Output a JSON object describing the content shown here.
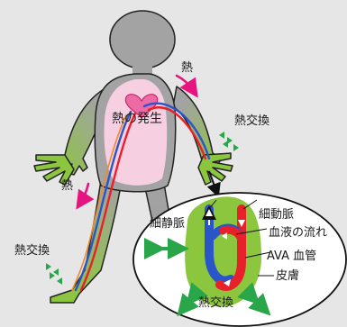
{
  "labels": {
    "heat_generation": "熱の発生",
    "heat_upper": "熱",
    "heat_lower": "熱",
    "heat_exchange_right": "熱交換",
    "heat_exchange_left": "熱交換",
    "heat_exchange_inset": "熱交換",
    "small_vein": "細静脈",
    "small_artery": "細動脈",
    "blood_flow": "血液の流れ",
    "ava_vessel": "AVA 血管",
    "skin": "皮膚"
  },
  "colors": {
    "background": "#e6e6e6",
    "body_gray": "#a3a3a3",
    "torso_pink": "#f6cfe0",
    "heart": "#ee6aa5",
    "artery_red": "#e8202a",
    "vein_blue": "#2a55c8",
    "skin_green": "#8cc63e",
    "heat_arrow_magenta": "#e6147f",
    "exchange_arrow_green": "#2aa64a"
  }
}
